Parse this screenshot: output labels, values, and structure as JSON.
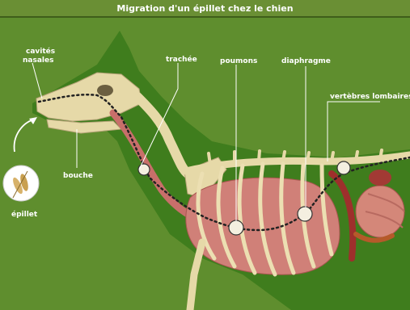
{
  "title": "Migration d'un épillet chez le chien",
  "labels": {
    "cavites_line1": "cavités",
    "cavites_line2": "nasales",
    "trachee": "trachée",
    "poumons": "poumons",
    "diaphragme": "diaphragme",
    "vertebres": "vertèbres lombaires",
    "bouche": "bouche",
    "epillet": "épillet"
  },
  "colors": {
    "background": "#5b8a2c",
    "silhouette": "#3d7a1c",
    "bone": "#e8dcb0",
    "organ": "#c9706a",
    "path": "#222222"
  }
}
